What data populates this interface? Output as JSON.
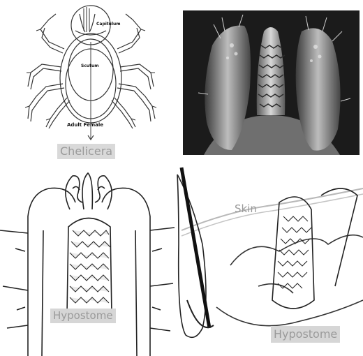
{
  "tick_diagram": {
    "capitulum_label": "Capitulum",
    "scutum_label": "Scutum",
    "caption": "Adult Female"
  },
  "labels": {
    "chelicera": "Chelicera",
    "hypostome_drawing": "Hypostome",
    "skin": "Skin",
    "hypostome_skin": "Hypostome"
  },
  "colors": {
    "label_background": "#d9d9d9",
    "label_text": "#9a9a9a",
    "sem_background": "#1b1b1b",
    "line_art": "#222222",
    "skin_line": "#b8b8b8"
  }
}
